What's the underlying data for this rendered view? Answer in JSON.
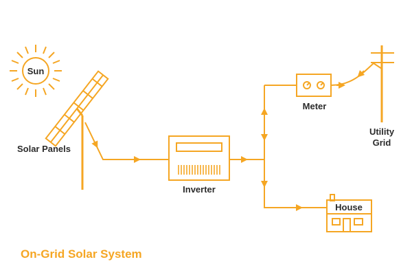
{
  "diagram": {
    "caption": "On-Grid Solar System",
    "labels": {
      "sun": "Sun",
      "solar_panels": "Solar Panels",
      "inverter": "Inverter",
      "meter": "Meter",
      "utility_grid_line1": "Utility",
      "utility_grid_line2": "Grid",
      "house": "House"
    },
    "accent_color": "#f5a623",
    "text_color": "#2b2b2b",
    "icons": [
      "sun-icon",
      "solar-panel-icon",
      "inverter-icon",
      "meter-icon",
      "utility-pole-icon",
      "house-icon"
    ]
  }
}
